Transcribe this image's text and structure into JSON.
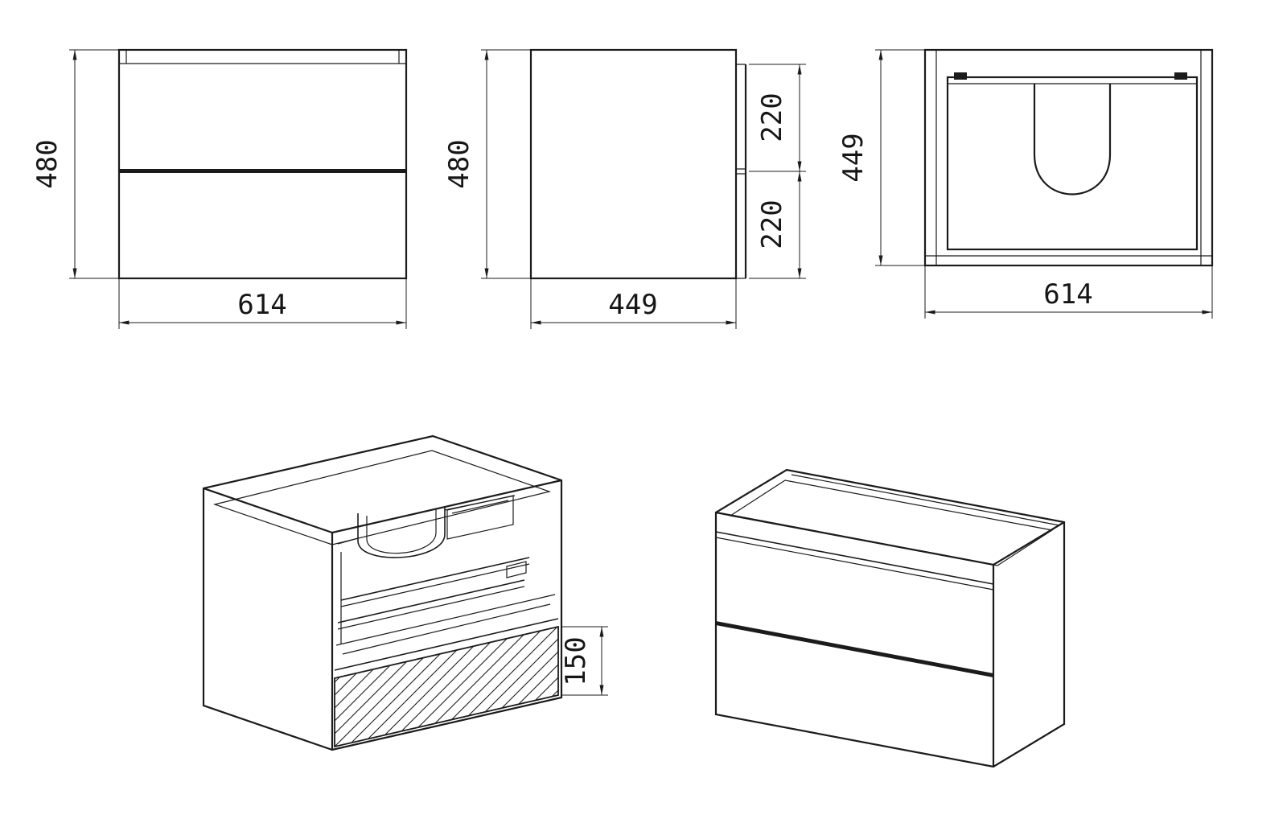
{
  "style": {
    "background": "#ffffff",
    "line_color": "#1b1b1b"
  },
  "dimensions": {
    "front_height": "480",
    "front_width": "614",
    "side_height": "480",
    "side_depth": "449",
    "side_upper_drawer": "220",
    "side_lower_drawer": "220",
    "top_depth": "449",
    "top_width": "614",
    "cutaway_drawer_inner": "150"
  }
}
